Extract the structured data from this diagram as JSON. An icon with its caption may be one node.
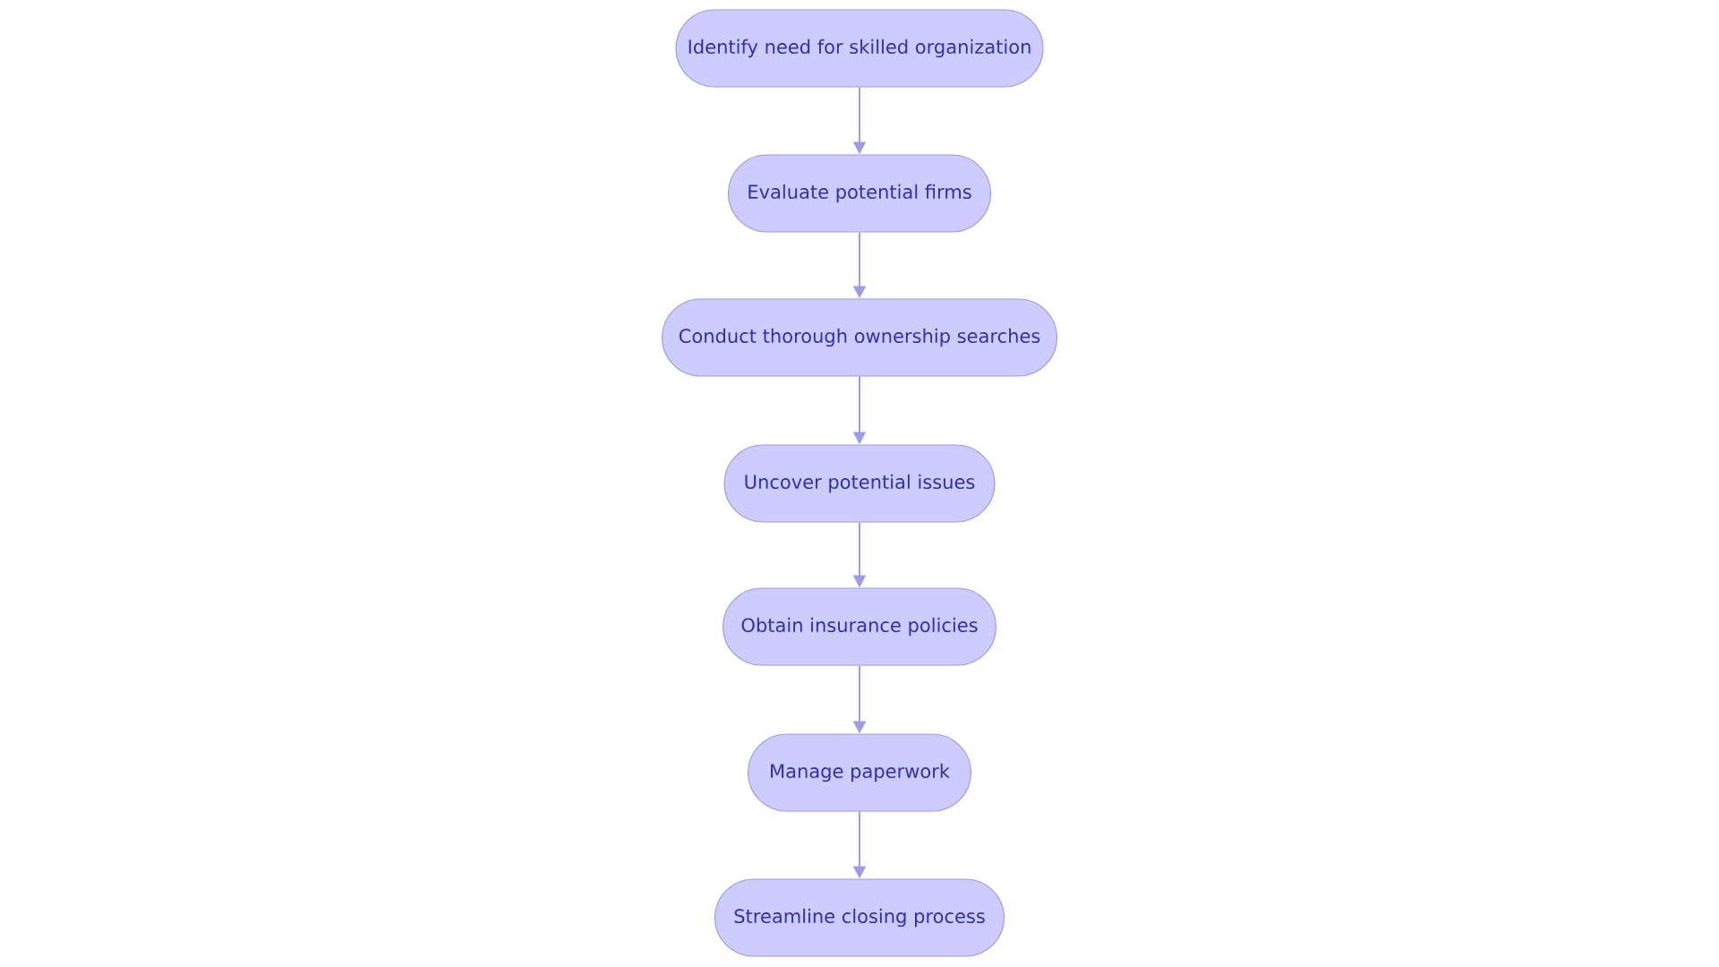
{
  "diagram": {
    "nodes": [
      {
        "text": [
          "Identify need for skilled organization"
        ]
      },
      {
        "text": [
          "Evaluate potential firms"
        ]
      },
      {
        "text": [
          "Conduct thorough ownership searches"
        ]
      },
      {
        "text": [
          "Uncover potential issues"
        ]
      },
      {
        "text": [
          "Obtain insurance policies"
        ]
      },
      {
        "text": [
          "Manage paperwork"
        ]
      },
      {
        "text": [
          "Streamline closing process"
        ]
      }
    ],
    "edges": [
      {
        "from": 0,
        "to": 1,
        "arrow": "to"
      },
      {
        "from": 1,
        "to": 2,
        "arrow": "to"
      },
      {
        "from": 2,
        "to": 3,
        "arrow": "to"
      },
      {
        "from": 3,
        "to": 4,
        "arrow": "to"
      },
      {
        "from": 4,
        "to": 5,
        "arrow": "to"
      },
      {
        "from": 5,
        "to": 6,
        "arrow": "to"
      }
    ]
  }
}
